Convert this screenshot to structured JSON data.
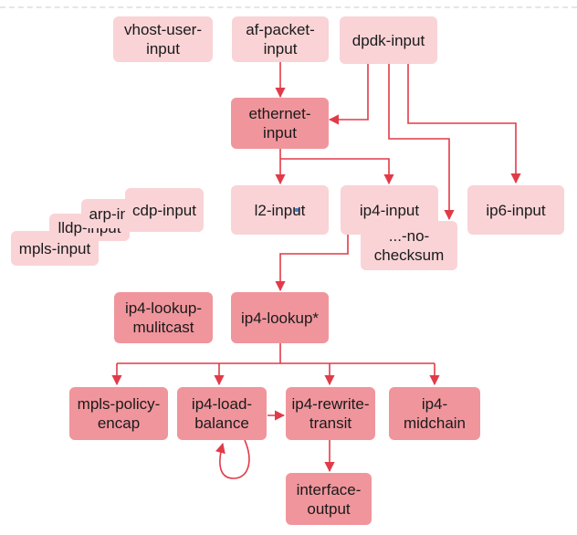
{
  "nodes": {
    "vhost_user_input": "vhost-user-\ninput",
    "af_packet_input": "af-packet-\ninput",
    "dpdk_input": "dpdk-input",
    "ethernet_input": "ethernet-\ninput",
    "mpls_input": "mpls-input",
    "lldp_input": "lldp-input",
    "arp_input": "arp-input",
    "cdp_input": "cdp-input",
    "l2_input": "l2-input",
    "ip4_input": "ip4-input",
    "ip4_no_checksum": "...-no-\nchecksum",
    "ip6_input": "ip6-input",
    "ip4_lookup_multicast": "ip4-lookup-\nmulitcast",
    "ip4_lookup": "ip4-lookup*",
    "mpls_policy_encap": "mpls-policy-\nencap",
    "ip4_load_balance": "ip4-load-\nbalance",
    "ip4_rewrite_transit": "ip4-rewrite-\ntransit",
    "ip4_midchain": "ip4-\nmidchain",
    "interface_output": "interface-\noutput"
  },
  "colors": {
    "node_light": "#f9d3d6",
    "node_dark": "#f0959c",
    "edge": "#e23a48"
  }
}
